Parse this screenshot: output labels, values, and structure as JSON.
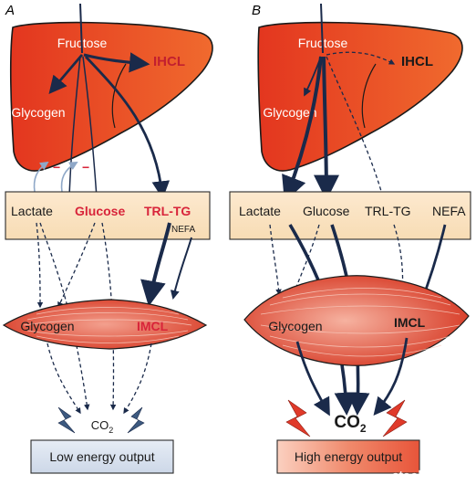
{
  "panel_a": {
    "letter": "A",
    "fructose": "Fructose",
    "ihcl": "IHCL",
    "glycogen_liver": "Glycogen",
    "minus_1": "−",
    "minus_2": "−",
    "lactate": "Lactate",
    "glucose": "Glucose",
    "trl_tg": "TRL-TG",
    "nefa": "NEFA",
    "glycogen_muscle": "Glycogen",
    "imcl": "IMCL",
    "co2": "CO",
    "co2_sub": "2",
    "output": "Low energy output"
  },
  "panel_b": {
    "letter": "B",
    "fructose": "Fructose",
    "ihcl": "IHCL",
    "glycogen_liver": "Glycogen",
    "lactate": "Lactate",
    "glucose": "Glucose",
    "trl_tg": "TRL-TG",
    "nefa": "NEFA",
    "glycogen_muscle": "Glycogen",
    "imcl": "IMCL",
    "co2": "CO",
    "co2_sub": "2",
    "output": "High energy output"
  },
  "watermark": "steelfactor.ru",
  "colors": {
    "liver": "#e8452a",
    "muscle": "#e0523a",
    "plasma_box": "#fbe6c8",
    "low_output_box": "#dde6f2",
    "high_output_box": "#f07a5c",
    "highlight_text": "#d8243a",
    "arrow": "#1a2a4a",
    "low_energy_bolt": "#3d5a80",
    "high_energy_bolt": "#e03a2a"
  }
}
